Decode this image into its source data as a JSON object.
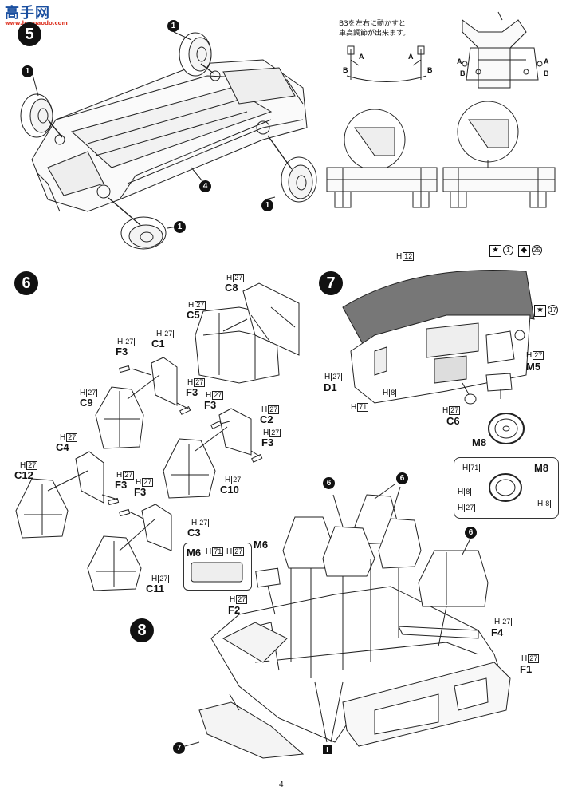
{
  "logo": {
    "text": "高手网",
    "sub": "www.hasnaodo.com"
  },
  "page_number": "4",
  "steps": [
    {
      "num": "5"
    },
    {
      "num": "6"
    },
    {
      "num": "7"
    },
    {
      "num": "8"
    }
  ],
  "step5": {
    "note_line1": "B3を左右に動かすと",
    "note_line2": "車高調節が出来ます。",
    "callout_1": "1",
    "callout_4": "4",
    "letter_a": "A",
    "letter_b": "B"
  },
  "step6": {
    "parts": {
      "c8": "C8",
      "c5": "C5",
      "c1": "C1",
      "f3": "F3",
      "c9": "C9",
      "c2": "C2",
      "c4": "C4",
      "c12": "C12",
      "c10": "C10",
      "c3": "C3",
      "c11": "C11"
    },
    "h": "H",
    "h27": "27"
  },
  "step7": {
    "parts": {
      "h12": "12",
      "d1": "D1",
      "h8": "8",
      "h71": "71",
      "c6": "C6",
      "m5": "M5",
      "m8": "M8"
    },
    "sticker1": "1",
    "sticker25": "25",
    "sticker17": "17",
    "star": "★"
  },
  "step8": {
    "parts": {
      "m6": "M6",
      "f2": "F2",
      "f4": "F4",
      "f1": "F1"
    },
    "callout_6": "6",
    "callout_7": "7",
    "pin": "I"
  }
}
